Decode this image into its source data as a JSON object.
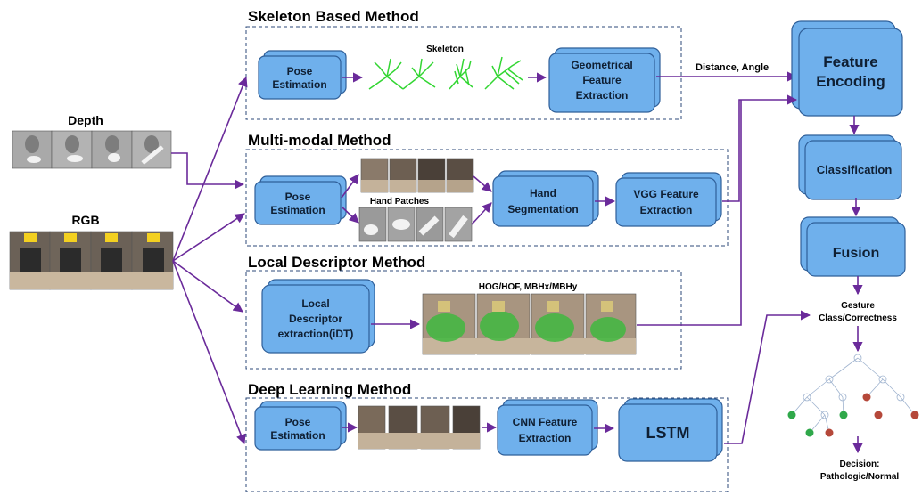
{
  "sections": {
    "skeleton": "Skeleton Based Method",
    "multimodal": "Multi-modal Method",
    "local": "Local Descriptor Method",
    "deep": "Deep Learning Method"
  },
  "inputs": {
    "depth": "Depth",
    "rgb": "RGB"
  },
  "labels": {
    "skeleton": "Skeleton",
    "hand_patches": "Hand Patches",
    "hog": "HOG/HOF, MBHx/MBHy",
    "distance_angle": "Distance, Angle",
    "gesture_class": [
      "Gesture",
      "Class/Correctness"
    ],
    "decision": [
      "Decision:",
      "Pathologic/Normal"
    ]
  },
  "boxes": {
    "pose1": [
      "Pose",
      "Estimation"
    ],
    "geom": [
      "Geometrical",
      "Feature",
      "Extraction"
    ],
    "pose2": [
      "Pose",
      "Estimation"
    ],
    "handseg": [
      "Hand",
      "Segmentation"
    ],
    "vgg": [
      "VGG Feature",
      "Extraction"
    ],
    "localdesc": [
      "Local",
      "Descriptor",
      "extraction(iDT)"
    ],
    "pose3": [
      "Pose",
      "Estimation"
    ],
    "cnn": [
      "CNN Feature",
      "Extraction"
    ],
    "lstm": [
      "LSTM"
    ],
    "encoding": [
      "Feature",
      "Encoding"
    ],
    "classification": [
      "Classification"
    ],
    "fusion": [
      "Fusion"
    ]
  },
  "colors": {
    "box": "#6fb0ec",
    "box_border": "#2f5f99",
    "arrow": "#6a2a9a",
    "node_green": "#2fa84a",
    "node_red": "#b5483a"
  }
}
